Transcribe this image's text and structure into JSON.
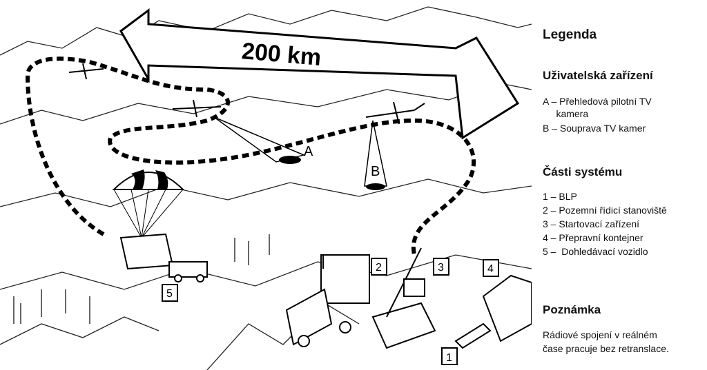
{
  "illustration": {
    "distance_label": "200 km",
    "aircraft_labels": [
      "A",
      "B"
    ],
    "ground_labels": [
      "1",
      "2",
      "3",
      "4",
      "5"
    ]
  },
  "legend": {
    "title": "Legenda",
    "user_devices": {
      "heading": "Uživatelská zařízení",
      "items": [
        "A – Přehledová pilotní TV\n     kamera",
        "B – Souprava TV kamer"
      ]
    },
    "system_parts": {
      "heading": "Části systému",
      "items": [
        "1 – BLP",
        "2 – Pozemní řídicí stanoviště",
        "3 – Startovací zařízení",
        "4 – Přepravní kontejner",
        "5 –  Dohledávací vozidlo"
      ]
    },
    "note": {
      "heading": "Poznámka",
      "lines": [
        "Rádiové spojení v reálném",
        "čase pracuje bez retranslace."
      ]
    }
  }
}
